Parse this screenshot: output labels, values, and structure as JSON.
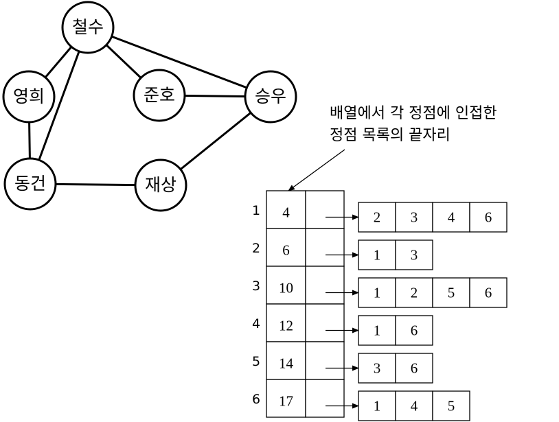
{
  "graph": {
    "nodes": [
      {
        "id": "cheolsu",
        "label": "철수"
      },
      {
        "id": "younghee",
        "label": "영희"
      },
      {
        "id": "junho",
        "label": "준호"
      },
      {
        "id": "seungwoo",
        "label": "승우"
      },
      {
        "id": "donggeon",
        "label": "동건"
      },
      {
        "id": "jaesang",
        "label": "재상"
      }
    ],
    "edges": [
      [
        "cheolsu",
        "younghee"
      ],
      [
        "cheolsu",
        "donggeon"
      ],
      [
        "cheolsu",
        "junho"
      ],
      [
        "cheolsu",
        "seungwoo"
      ],
      [
        "younghee",
        "donggeon"
      ],
      [
        "junho",
        "seungwoo"
      ],
      [
        "donggeon",
        "jaesang"
      ],
      [
        "jaesang",
        "seungwoo"
      ]
    ]
  },
  "annotation": {
    "line1": "배열에서 각 정점에 인접한",
    "line2": "정점 목록의 끝자리"
  },
  "array": {
    "rows": [
      {
        "index": "1",
        "end": "4",
        "neighbors": [
          "2",
          "3",
          "4",
          "6"
        ]
      },
      {
        "index": "2",
        "end": "6",
        "neighbors": [
          "1",
          "3"
        ]
      },
      {
        "index": "3",
        "end": "10",
        "neighbors": [
          "1",
          "2",
          "5",
          "6"
        ]
      },
      {
        "index": "4",
        "end": "12",
        "neighbors": [
          "1",
          "6"
        ]
      },
      {
        "index": "5",
        "end": "14",
        "neighbors": [
          "3",
          "6"
        ]
      },
      {
        "index": "6",
        "end": "17",
        "neighbors": [
          "1",
          "4",
          "5"
        ]
      }
    ]
  }
}
